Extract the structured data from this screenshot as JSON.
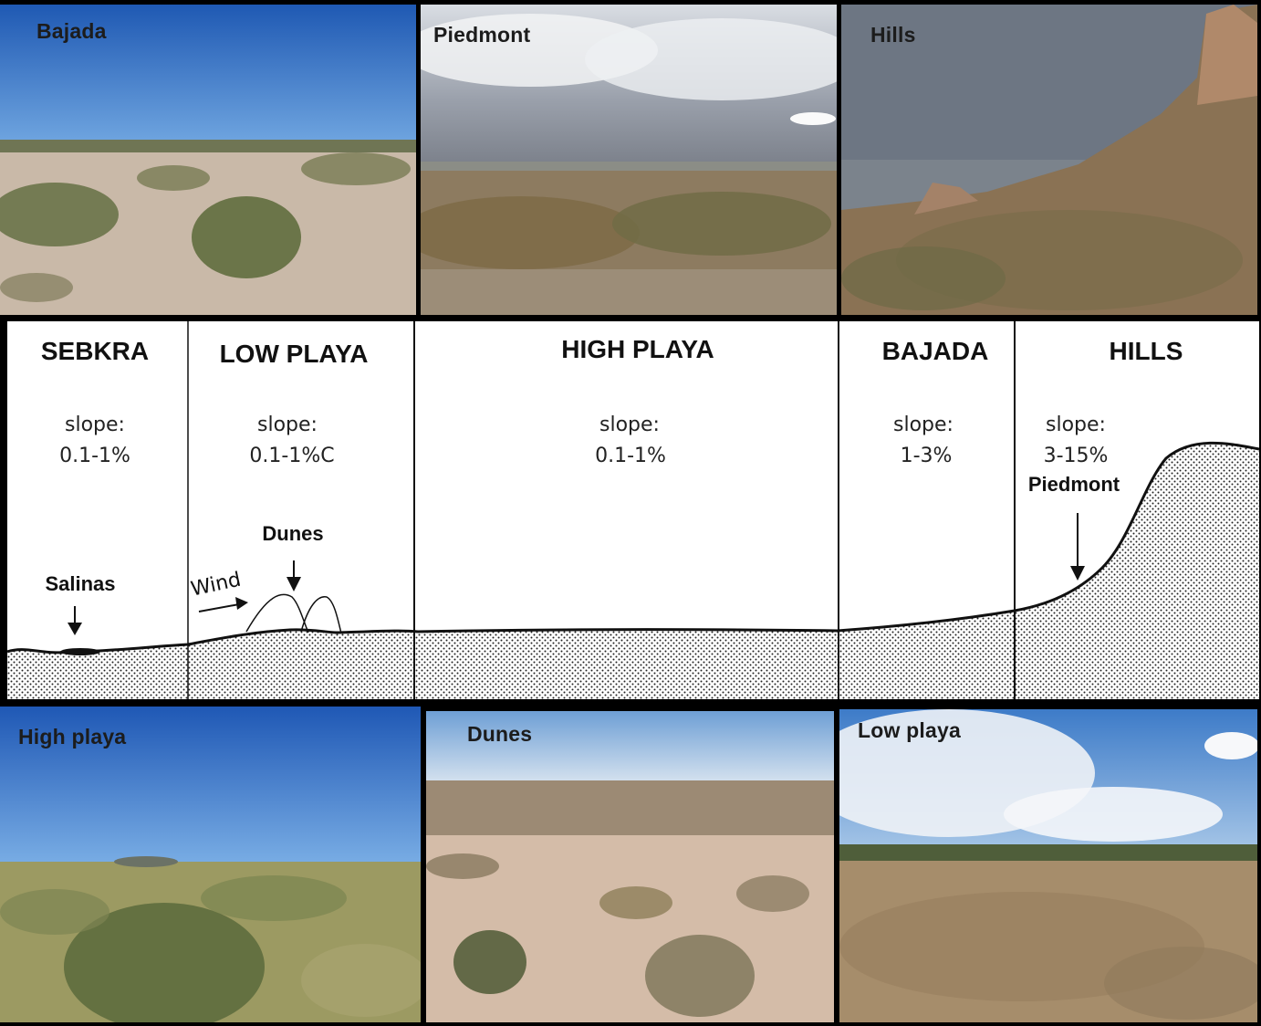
{
  "photos": {
    "top_left": "Bajada",
    "top_middle": "Piedmont",
    "top_right": "Hills",
    "bottom_left": "High playa",
    "bottom_middle": "Dunes",
    "bottom_right": "Low playa"
  },
  "zones": [
    {
      "name": "SEBKRA",
      "slope_label": "slope:",
      "slope_value": "0.1-1%"
    },
    {
      "name": "LOW PLAYA",
      "slope_label": "slope:",
      "slope_value": "0.1-1%C"
    },
    {
      "name": "HIGH PLAYA",
      "slope_label": "slope:",
      "slope_value": "0.1-1%"
    },
    {
      "name": "BAJADA",
      "slope_label": "slope:",
      "slope_value": "1-3%"
    },
    {
      "name": "HILLS",
      "slope_label": "slope:",
      "slope_value": "3-15%"
    }
  ],
  "annotations": {
    "salinas": "Salinas",
    "dunes": "Dunes",
    "wind": "Wind",
    "piedmont": "Piedmont"
  },
  "colors": {
    "sky_blue": "#2f6fc0",
    "desert_sand": "#cdbba8",
    "shrub_green": "#5d6a3c"
  }
}
